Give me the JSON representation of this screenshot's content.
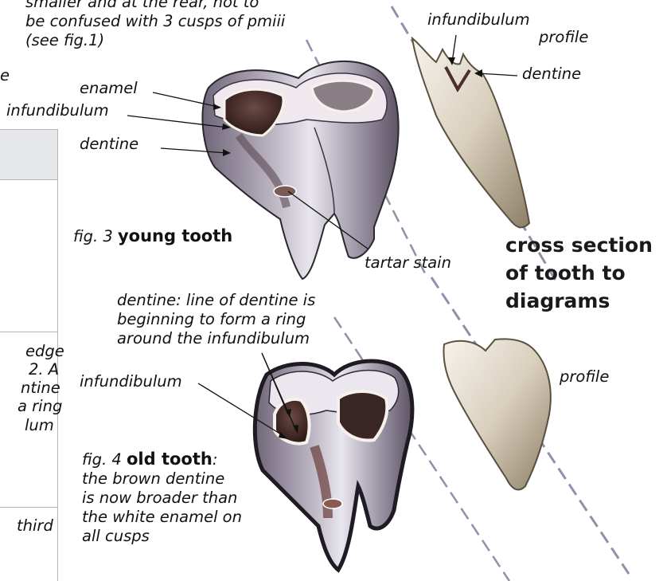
{
  "colors": {
    "panel_grey": "#e6e7e8",
    "table_line": "#b3b5b8",
    "tooth_base": "#8e8794",
    "dentine_brown": "#4a2f2c",
    "enamel_white": "#f4f0ec",
    "profile_tan": "#c7bca6",
    "axis_line": "#8c93a8"
  },
  "top_note": {
    "line1": "smaller and at the rear, not to",
    "line2": "be confused with 3 cusps of pmiii",
    "line3": "(see fig.1)"
  },
  "partial_table": {
    "cut_letter": "e",
    "cell2": {
      "line1": "edge",
      "line2": "2. A",
      "line3": "ntine",
      "line4": "a ring",
      "line5": "lum"
    },
    "cell3": {
      "line1": "third"
    }
  },
  "fig3": {
    "labels": {
      "enamel": "enamel",
      "infundibulum": "infundibulum",
      "dentine": "dentine",
      "tartar": "tartar stain"
    },
    "caption_prefix": "fig. 3",
    "caption_title": "young tooth"
  },
  "profile_top": {
    "infundibulum": "infundibulum",
    "profile": "profile",
    "dentine": "dentine"
  },
  "cross_section": {
    "line1": "cross section",
    "line2": "of tooth to",
    "line3": "diagrams"
  },
  "fig4": {
    "dentine_note": {
      "line1": "dentine: line of dentine is",
      "line2": "beginning to form a ring",
      "line3": "around the infundibulum"
    },
    "infundibulum": "infundibulum",
    "caption_prefix": "fig. 4",
    "caption_title": "old tooth",
    "caption_colon": ":",
    "caption_lines": {
      "l1": "the brown dentine",
      "l2": "is now broader than",
      "l3": "the white enamel on",
      "l4": "all cusps"
    }
  },
  "profile_bottom": {
    "profile": "profile"
  }
}
